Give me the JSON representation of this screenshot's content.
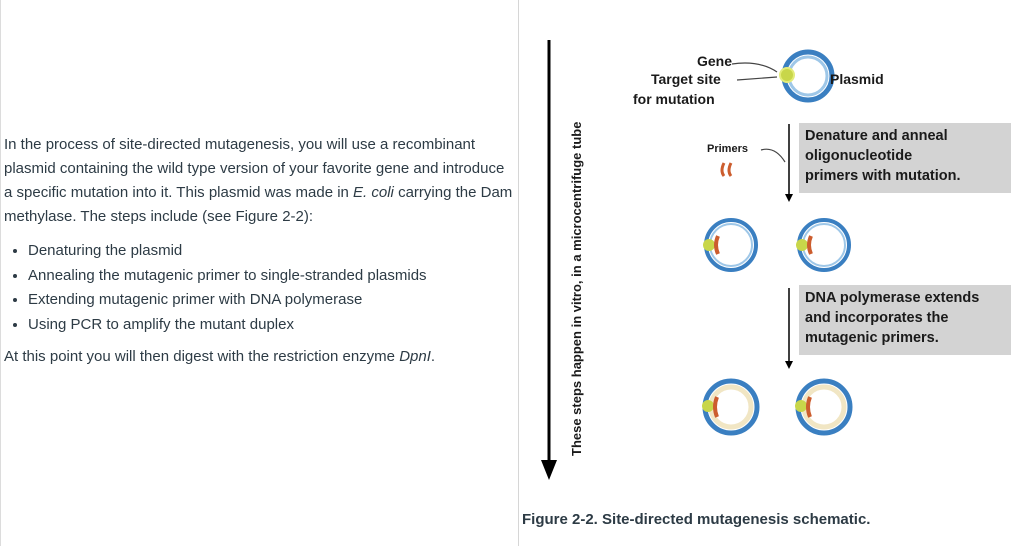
{
  "intro": {
    "part1": "In the process of site-directed mutagenesis, you will use a recombinant plasmid containing the wild type version of your favorite gene and introduce a specific mutation into it. This plasmid was made in ",
    "organism": "E. coli",
    "part2": " carrying the Dam methylase. The steps include (see Figure 2-2):"
  },
  "steps": [
    "Denaturing the plasmid",
    "Annealing the mutagenic primer to single-stranded plasmids",
    "Extending mutagenic primer with DNA polymerase",
    "Using PCR to amplify the mutant duplex"
  ],
  "conclusion": {
    "part1": "At this point you will then digest with the restriction enzyme ",
    "enzyme": "DpnI",
    "part2": "."
  },
  "figure": {
    "side_label": "These steps happen in vitro, in a microcentrifuge tube",
    "gene_label": "Gene",
    "target_line1": "Target site",
    "target_line2": "for mutation",
    "plasmid_label": "Plasmid",
    "primers_label": "Primers",
    "box1_lines": [
      "Denature and anneal",
      "oligonucleotide",
      "primers with mutation."
    ],
    "box2_lines": [
      "DNA polymerase extends",
      "and incorporates the",
      "mutagenic primers."
    ],
    "caption": "Figure 2-2. Site-directed mutagenesis schematic."
  },
  "colors": {
    "plasmid_outer": "#3a7fc1",
    "plasmid_inner": "#9ec7e8",
    "new_strand": "#f1e6c4",
    "target_site": "#c8d64a",
    "primer": "#cc5d2e",
    "box_bg": "#d3d3d3"
  }
}
